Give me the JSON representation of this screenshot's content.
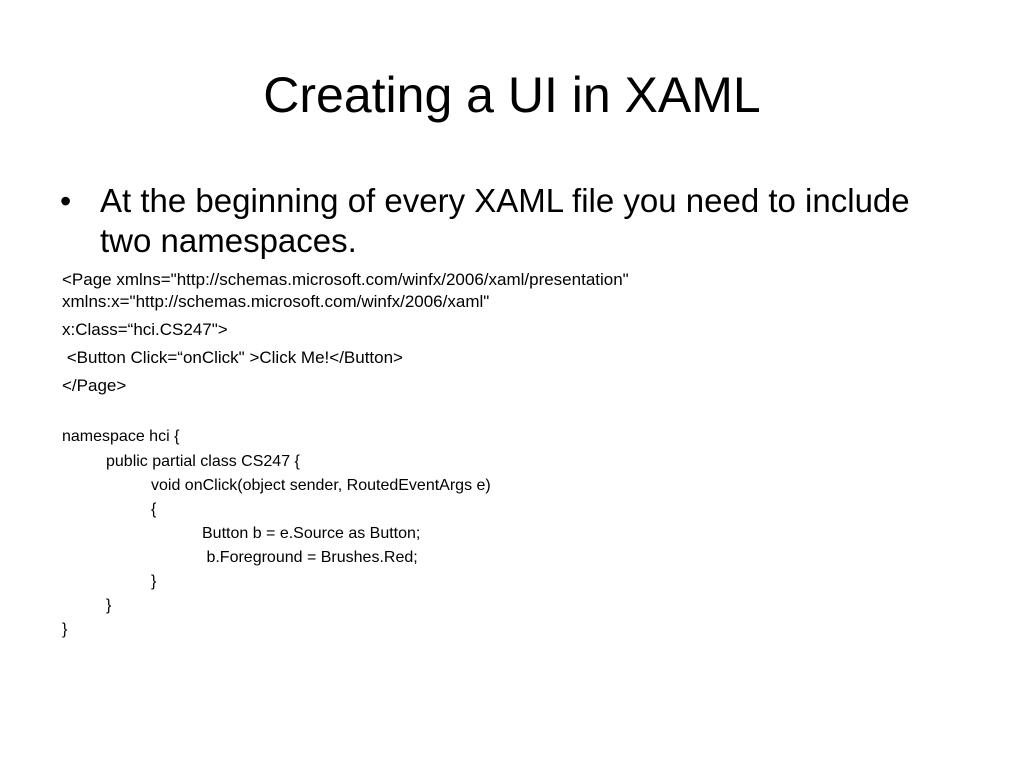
{
  "slide": {
    "title": "Creating a UI in XAML",
    "bullet_mark": "•",
    "bullet_text": "At the beginning of every XAML file you need to include two namespaces.",
    "xaml_lines": [
      "<Page xmlns=\"http://schemas.microsoft.com/winfx/2006/xaml/presentation\"",
      "xmlns:x=\"http://schemas.microsoft.com/winfx/2006/xaml\"",
      "x:Class=“hci.CS247\">",
      " <Button Click=“onClick\" >Click Me!</Button>",
      "</Page>"
    ],
    "code_lines": [
      "namespace hci {",
      "public partial class CS247 {",
      "void onClick(object sender, RoutedEventArgs e)",
      "{",
      "Button b = e.Source as Button;",
      " b.Foreground = Brushes.Red;",
      "}",
      "}",
      "}"
    ]
  }
}
